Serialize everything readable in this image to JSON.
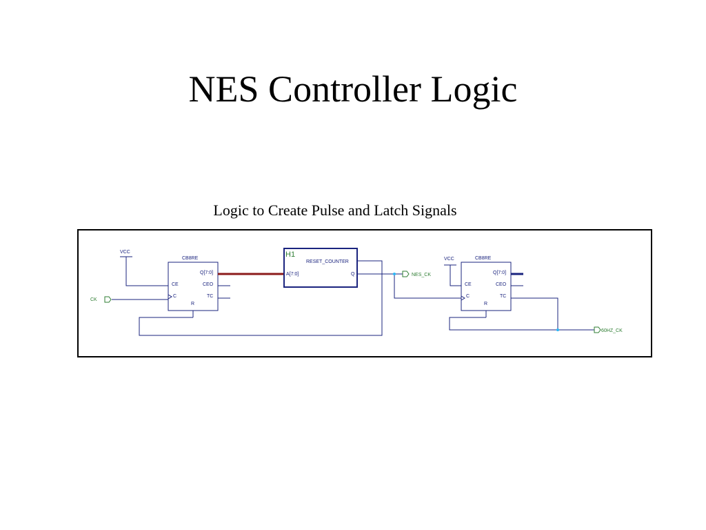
{
  "slide": {
    "title": "NES Controller Logic",
    "caption": "Logic to Create Pulse and Latch Signals"
  },
  "schematic": {
    "colors": {
      "wire": "#1a237e",
      "bus": "#8b1a1a",
      "net_label": "#2e7d32",
      "junction": "#29b6f6",
      "component_outline": "#1a237e"
    },
    "counter_left": {
      "type": "CB8RE",
      "pins": {
        "q": "Q[7:0]",
        "ce": "CE",
        "ceo": "CEO",
        "c": "C",
        "tc": "TC",
        "r": "R"
      }
    },
    "reset_counter": {
      "ref": "H1",
      "name": "RESET_COUNTER",
      "pins": {
        "a": "A[7:0]",
        "q": "Q"
      }
    },
    "counter_right": {
      "type": "CB8RE",
      "pins": {
        "q": "Q[7:0]",
        "ce": "CE",
        "ceo": "CEO",
        "c": "C",
        "tc": "TC",
        "r": "R"
      }
    },
    "vcc_left": "VCC",
    "vcc_right": "VCC",
    "net_ck": "CK",
    "net_nes_ck": "NES_CK",
    "net_60hz_ck": "60HZ_CK"
  }
}
